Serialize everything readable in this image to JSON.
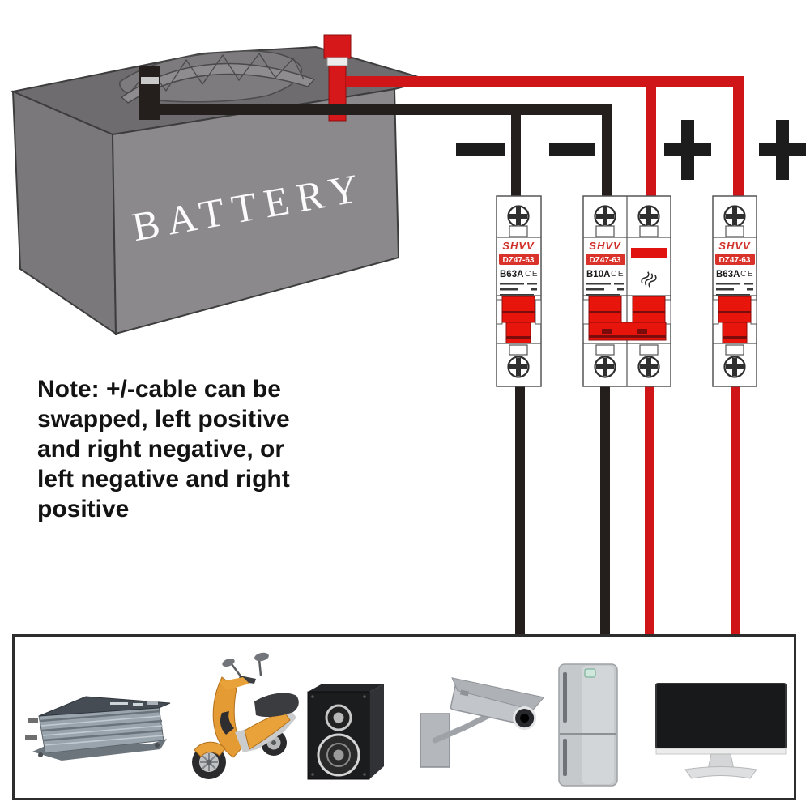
{
  "battery": {
    "label": "BATTERY",
    "negative_terminal": "black",
    "positive_terminal": "red"
  },
  "polarity": {
    "negative_symbol": "−",
    "positive_symbol": "+"
  },
  "note": {
    "lines": [
      "Note: +/-cable can be",
      "swapped, left positive",
      "and right negative, or",
      "left negative and right",
      "positive"
    ]
  },
  "breakers": [
    {
      "brand": "SHVV",
      "model": "DZ47-63",
      "rating": "B63A",
      "cert": "CE",
      "poles": 1,
      "wire_in": "black",
      "wire_out": "black"
    },
    {
      "brand": "SHVV",
      "model": "DZ47-63",
      "rating": "B10A",
      "cert": "CE",
      "poles": 2,
      "wire_in": "black+red",
      "wire_out": "black+red"
    },
    {
      "brand": "SHVV",
      "model": "DZ47-63",
      "rating": "B63A",
      "cert": "CE",
      "poles": 1,
      "wire_in": "red",
      "wire_out": "red"
    }
  ],
  "colors": {
    "wire_red": "#cf1517",
    "wire_black": "#241f1d",
    "breaker_toggle_red": "#e8150d",
    "brand_red": "#d03028",
    "battery_front": "#8b898c",
    "battery_top": "#6e6c6f",
    "battery_side": "#7a787b",
    "note_text": "#131313"
  },
  "footer": {
    "items": [
      {
        "icon": "power-inverter-image"
      },
      {
        "icon": "scooter-image"
      },
      {
        "icon": "speaker-image"
      },
      {
        "icon": "cctv-camera-image"
      },
      {
        "icon": "refrigerator-image"
      },
      {
        "icon": "monitor-image"
      }
    ]
  }
}
